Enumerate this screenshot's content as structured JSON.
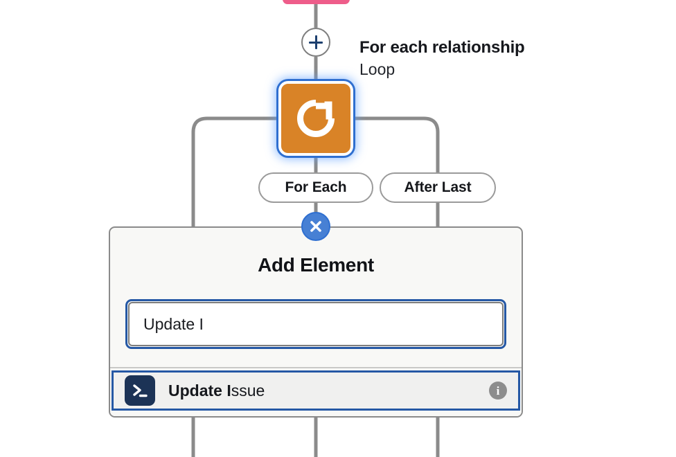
{
  "canvas": {
    "background_color": "#ffffff",
    "wire_color": "#8b8b8b",
    "accent_blue": "#2558a5",
    "selection_blue": "#2f6fd0",
    "loop_orange": "#d98327",
    "pink_node_color": "#ee5d8a"
  },
  "nodes": {
    "pink_stub": {
      "name": "pink-node-stub"
    },
    "add_button": {
      "icon": "plus-icon",
      "label": "Add"
    },
    "loop": {
      "icon": "loop-refresh-icon",
      "title": "For each relationship",
      "subtitle": "Loop",
      "selected": true
    },
    "branches": [
      {
        "label": "For Each"
      },
      {
        "label": "After Last"
      }
    ]
  },
  "dialog": {
    "title": "Add Element",
    "close_icon": "close-x-icon",
    "search": {
      "value": "Update I",
      "placeholder": "",
      "focused": true
    },
    "results": [
      {
        "icon": "terminal-icon",
        "match_text": "Update I",
        "rest_text": "ssue",
        "full_label": "Update Issue",
        "info_icon": "info-icon",
        "selected": true
      }
    ]
  }
}
